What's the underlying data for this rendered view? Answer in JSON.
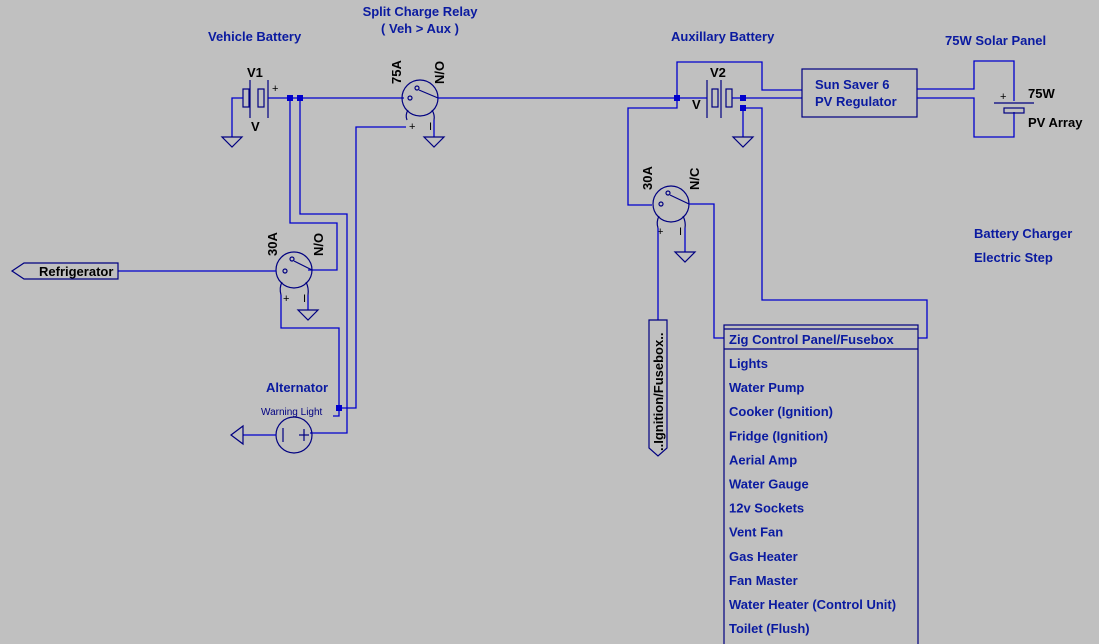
{
  "titles": {
    "vehicle_battery": "Vehicle Battery",
    "split_relay_line1": "Split Charge Relay",
    "split_relay_line2": "( Veh > Aux )",
    "aux_battery": "Auxillary Battery",
    "solar_panel": "75W Solar Panel",
    "alternator": "Alternator",
    "battery_charger": "Battery Charger",
    "electric_step": "Electric Step"
  },
  "components": {
    "v1": {
      "name": "V1",
      "value": "V"
    },
    "v2": {
      "name": "V2",
      "value": "V"
    },
    "relay_split": {
      "rating": "75A",
      "type": "N/O"
    },
    "relay_fridge": {
      "rating": "30A",
      "type": "N/O"
    },
    "relay_aux": {
      "rating": "30A",
      "type": "N/C"
    },
    "regulator": {
      "line1": "Sun Saver 6",
      "line2": "PV Regulator"
    },
    "pv": {
      "value": "75W",
      "name": "PV Array"
    },
    "warning_light": "Warning Light",
    "fridge_port": "Refrigerator",
    "ignition_port": "..Ignition/Fusebox..",
    "plus": "+",
    "minus": "I"
  },
  "control_panel": {
    "title": "Zig Control Panel/Fusebox",
    "items": [
      "Lights",
      "Water Pump",
      "Cooker (Ignition)",
      "Fridge (Ignition)",
      "Aerial Amp",
      "Water Gauge",
      "12v Sockets",
      "Vent Fan",
      "Gas Heater",
      "Fan Master",
      "Water Heater (Control Unit)",
      "Toilet (Flush)"
    ]
  }
}
